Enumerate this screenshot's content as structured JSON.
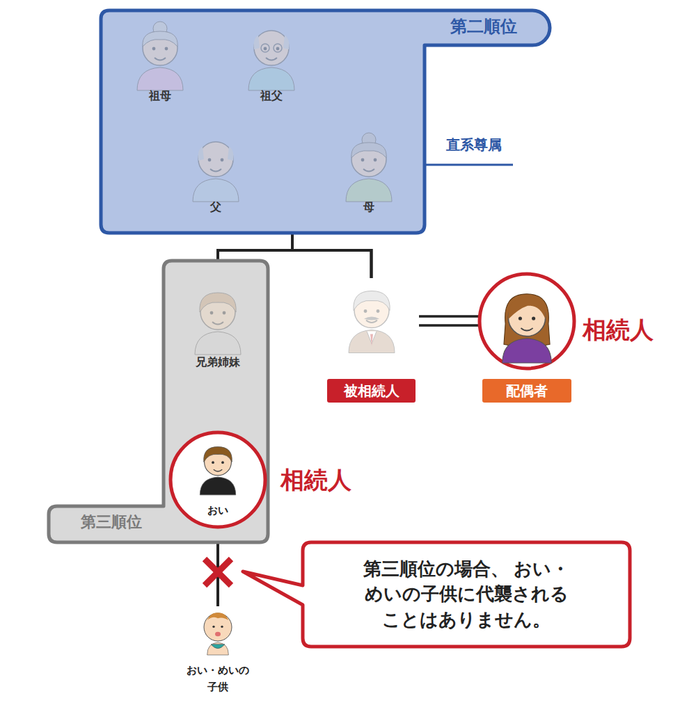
{
  "diagram": {
    "nodes": [
      {
        "text": [
          "第二順位",
          "直系尊属"
        ]
      },
      {
        "text": [
          "祖母"
        ],
        "in": 0
      },
      {
        "text": [
          "祖父"
        ],
        "in": 0
      },
      {
        "text": [
          "父"
        ],
        "in": 0
      },
      {
        "text": [
          "母"
        ],
        "in": 0
      },
      {
        "text": [
          "第三順位"
        ]
      },
      {
        "text": [
          "兄弟姉妹"
        ],
        "in": 5
      },
      {
        "text": [
          "おい",
          "相続人"
        ],
        "in": 5
      },
      {
        "text": [
          "被相続人"
        ]
      },
      {
        "text": [
          "配偶者",
          "相続人"
        ]
      },
      {
        "text": [
          "おい・めいの 子供"
        ]
      },
      {
        "text": [
          "第三順位の場合、 おい・めいの子供に代襲される ことはありません。"
        ]
      }
    ],
    "edges": [
      {
        "from": 1,
        "to": 2,
        "arrow": "none"
      },
      {
        "from": 1,
        "to": 3,
        "arrow": "none"
      },
      {
        "from": 2,
        "to": 3,
        "arrow": "none"
      },
      {
        "from": 3,
        "to": 4,
        "arrow": "none"
      },
      {
        "from": 3,
        "to": 6,
        "arrow": "none"
      },
      {
        "from": 4,
        "to": 6,
        "arrow": "none"
      },
      {
        "from": 3,
        "to": 8,
        "arrow": "none"
      },
      {
        "from": 4,
        "to": 8,
        "arrow": "none"
      },
      {
        "from": 8,
        "to": 9,
        "arrow": "none"
      },
      {
        "from": 6,
        "to": 7,
        "arrow": "none"
      },
      {
        "from": 7,
        "to": 10,
        "arrow": "none"
      }
    ]
  }
}
